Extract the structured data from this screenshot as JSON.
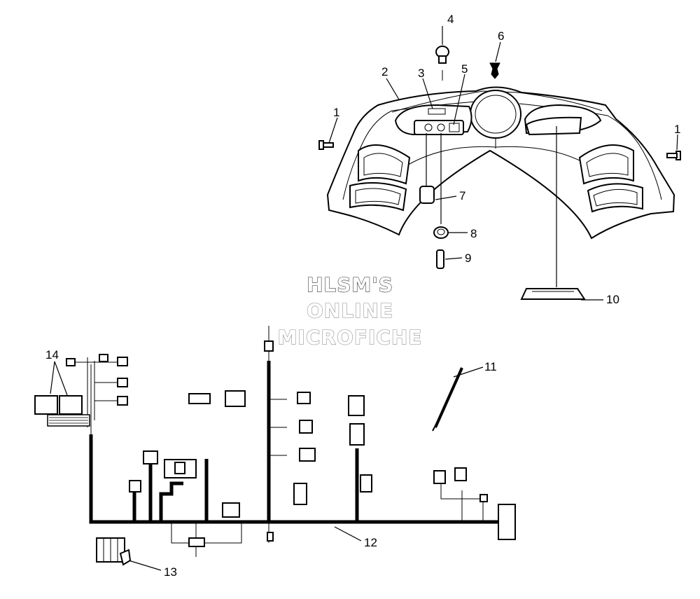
{
  "callouts": {
    "c1a": "1",
    "c1b": "1",
    "c2": "2",
    "c3": "3",
    "c4": "4",
    "c5": "5",
    "c6": "6",
    "c7": "7",
    "c8": "8",
    "c9": "9",
    "c10": "10",
    "c11": "11",
    "c12": "12",
    "c13": "13",
    "c14": "14"
  },
  "watermark": {
    "line1": "HLSM'S",
    "line2": "ONLINE",
    "line3": "MICROFICHE"
  },
  "colors": {
    "ink": "#000000",
    "watermark_outline": "#8a8a8a",
    "background": "#ffffff"
  }
}
